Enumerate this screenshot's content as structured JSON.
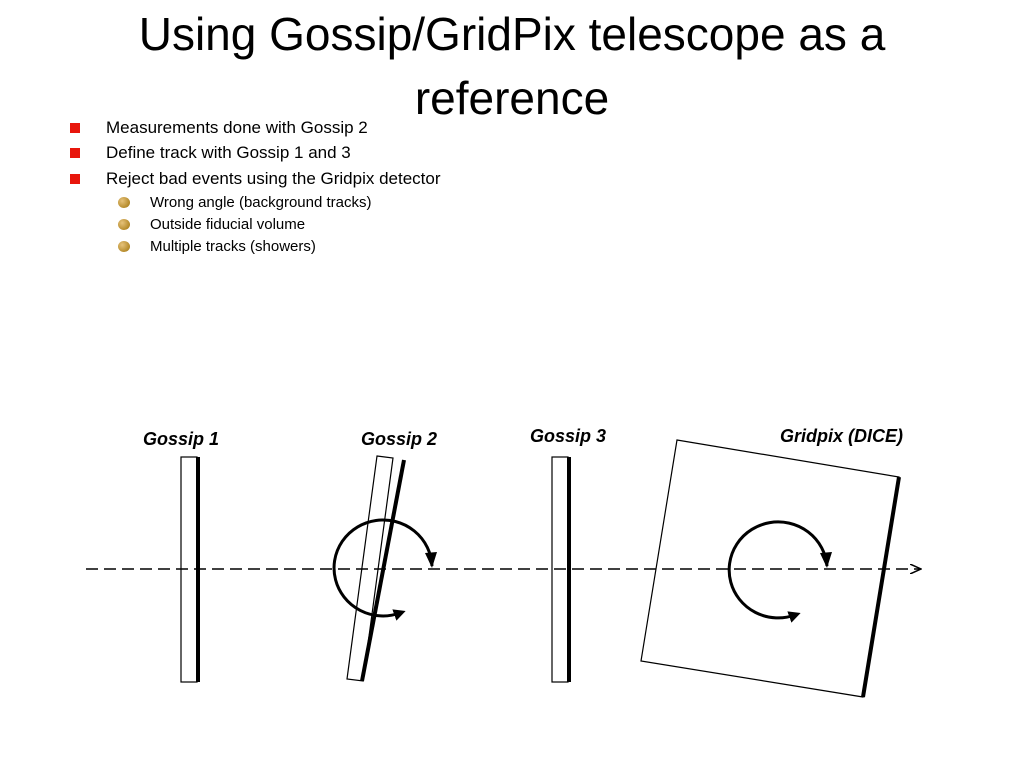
{
  "slide": {
    "title": "Using Gossip/GridPix telescope as a reference",
    "bullets": [
      "Measurements done with Gossip 2",
      "Define track with Gossip 1 and 3",
      "Reject bad events using the Gridpix detector"
    ],
    "sub_bullets": [
      "Wrong angle (background tracks)",
      "Outside fiducial volume",
      "Multiple tracks (showers)"
    ]
  },
  "diagram": {
    "labels": {
      "gossip1": "Gossip 1",
      "gossip2": "Gossip 2",
      "gossip3": "Gossip 3",
      "gridpix": "Gridpix (DICE)"
    }
  },
  "colors": {
    "bullet_square": "#e8160c",
    "sub_bullet": "#b58a2a"
  }
}
